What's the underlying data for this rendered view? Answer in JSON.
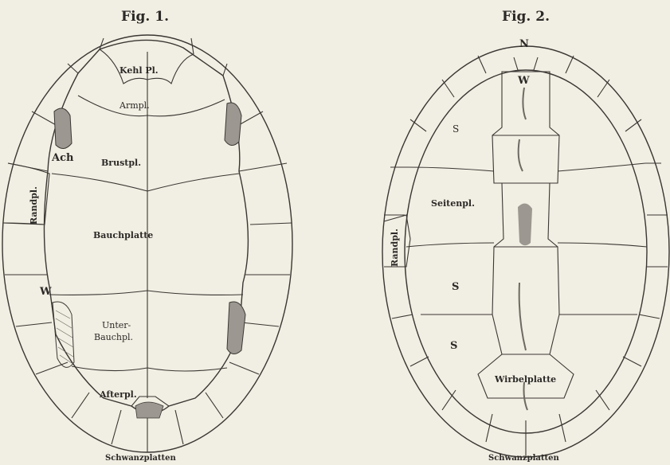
{
  "figure1": {
    "title": "Fig. 1.",
    "labels": {
      "kehl": "Kehl Pl.",
      "arm": "Armpl.",
      "achsel": "Ach",
      "brust": "Brustpl.",
      "rand": "Randpl.",
      "bauch": "Bauchplatte",
      "w": "W",
      "unter1": "Unter-",
      "unter2": "Bauchpl.",
      "after": "Afterpl.",
      "caption": "Schwanzplatten"
    }
  },
  "figure2": {
    "title": "Fig. 2.",
    "labels": {
      "n": "N",
      "w": "W",
      "s_top": "S",
      "seiten": "Seitenpl.",
      "rand": "Randpl.",
      "s_mid": "S",
      "s_low": "S",
      "wirbel": "Wirbelplatte",
      "caption": "Schwanzplatten"
    }
  },
  "colors": {
    "ink": "#3a3733",
    "paper": "#f1eee3",
    "shade": "#9c9891"
  }
}
